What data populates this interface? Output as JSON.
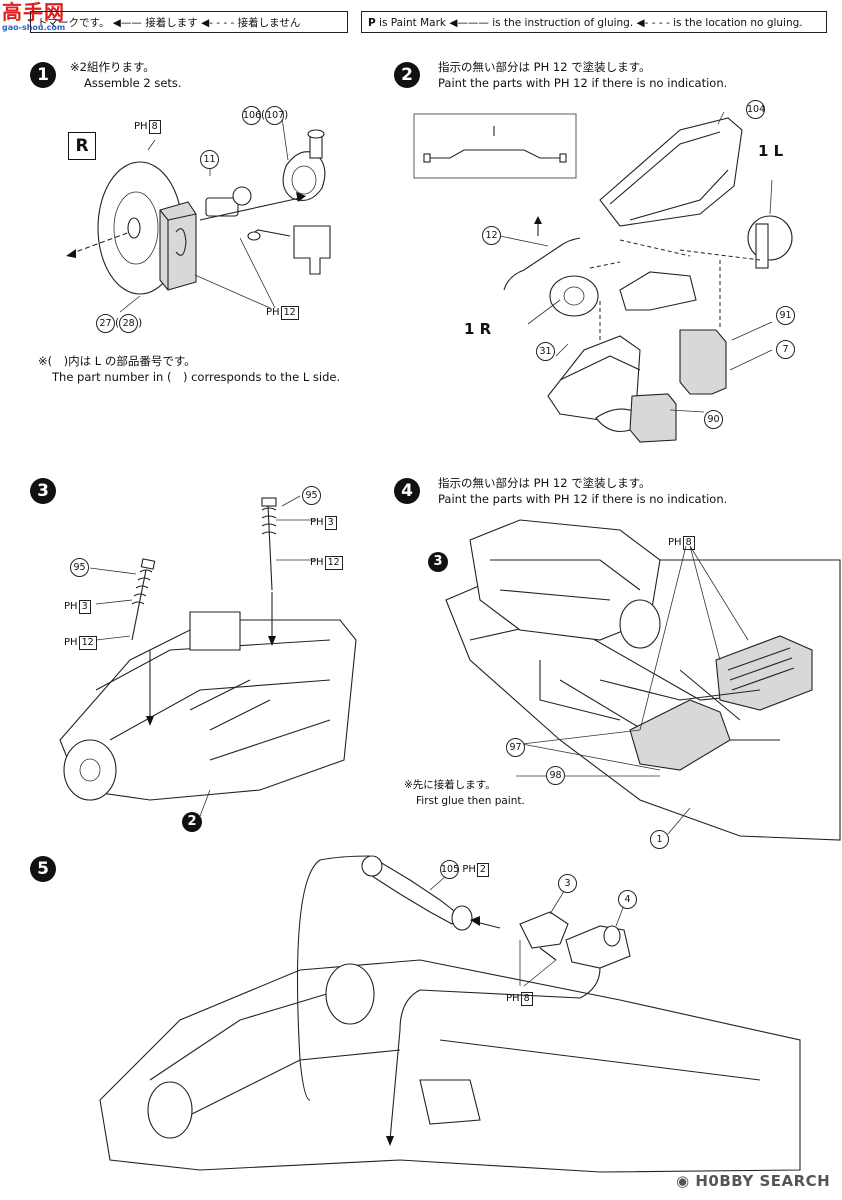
{
  "watermark_top": {
    "cn": "高手网",
    "url": "gao-shou.com"
  },
  "legend_jp": {
    "paint_mark": "トマークです。",
    "glue": "接着します",
    "no_glue": "接着しません"
  },
  "legend_en": {
    "paint_mark": "is Paint Mark",
    "glue": "is the instruction of gluing.",
    "no_glue": "is the location no gluing."
  },
  "paint_prefix": "PH",
  "steps": [
    {
      "num": "1",
      "jp": "※2組作ります。",
      "en": "Assemble 2 sets.",
      "footnote_jp": "※(　)内は L の部品番号です。",
      "footnote_en": "The part number in (　) corresponds to the L side.",
      "side": "R",
      "parts": {
        "p106": "106",
        "p107": "107",
        "p11": "11",
        "p27": "27",
        "p28": "28"
      },
      "paint": [
        "8",
        "12"
      ]
    },
    {
      "num": "2",
      "jp": "指示の無い部分は PH 12 で塗装します。",
      "en": "Paint the parts with PH 12 if there is no indication.",
      "parts": {
        "p104": "104",
        "p12": "12",
        "p31": "31",
        "p91": "91",
        "p7": "7",
        "p90": "90"
      },
      "refs": [
        "1 L",
        "1 R"
      ]
    },
    {
      "num": "3",
      "parts": {
        "p95a": "95",
        "p95b": "95"
      },
      "paint": [
        "3",
        "12",
        "3",
        "12"
      ],
      "ref": "2"
    },
    {
      "num": "4",
      "jp": "指示の無い部分は PH 12 で塗装します。",
      "en": "Paint the parts with PH 12 if there is no indication.",
      "note_jp": "※先に接着します。",
      "note_en": "First glue then paint.",
      "parts": {
        "p97": "97",
        "p98": "98",
        "p1": "1"
      },
      "paint": [
        "8"
      ],
      "ref": "3"
    },
    {
      "num": "5",
      "parts": {
        "p105": "105",
        "p3": "3",
        "p4": "4"
      },
      "paint": [
        "2",
        "8"
      ]
    }
  ],
  "watermark_bottom": "H0BBY SEARCH",
  "colors": {
    "ink": "#111111",
    "paint_fill": "#d8d8d8",
    "watermark_red": "#e02020",
    "watermark_blue": "#2a62c8"
  }
}
